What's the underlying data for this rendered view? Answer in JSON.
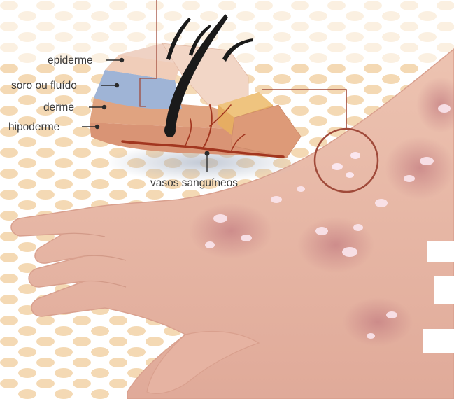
{
  "labels": {
    "epidermis": "epiderme",
    "serum": "soro ou fluído",
    "dermis": "derme",
    "hypodermis": "hipoderme",
    "vessels": "vasos sanguíneos"
  },
  "colors": {
    "background": "#ffffff",
    "dot_pattern": "#f4d9b4",
    "skin": "#e8b7a6",
    "epidermis_layer": "#f0cdb9",
    "serum_layer": "#9fb4d6",
    "dermis_layer": "#e0a380",
    "hypodermis_layer": "#d99475",
    "fat_block": "#e6ad62",
    "blood_vessel": "#a2361f",
    "leader_line": "#a04a3a",
    "hair": "#1a1a1a",
    "blister": "#fbe6ee"
  }
}
